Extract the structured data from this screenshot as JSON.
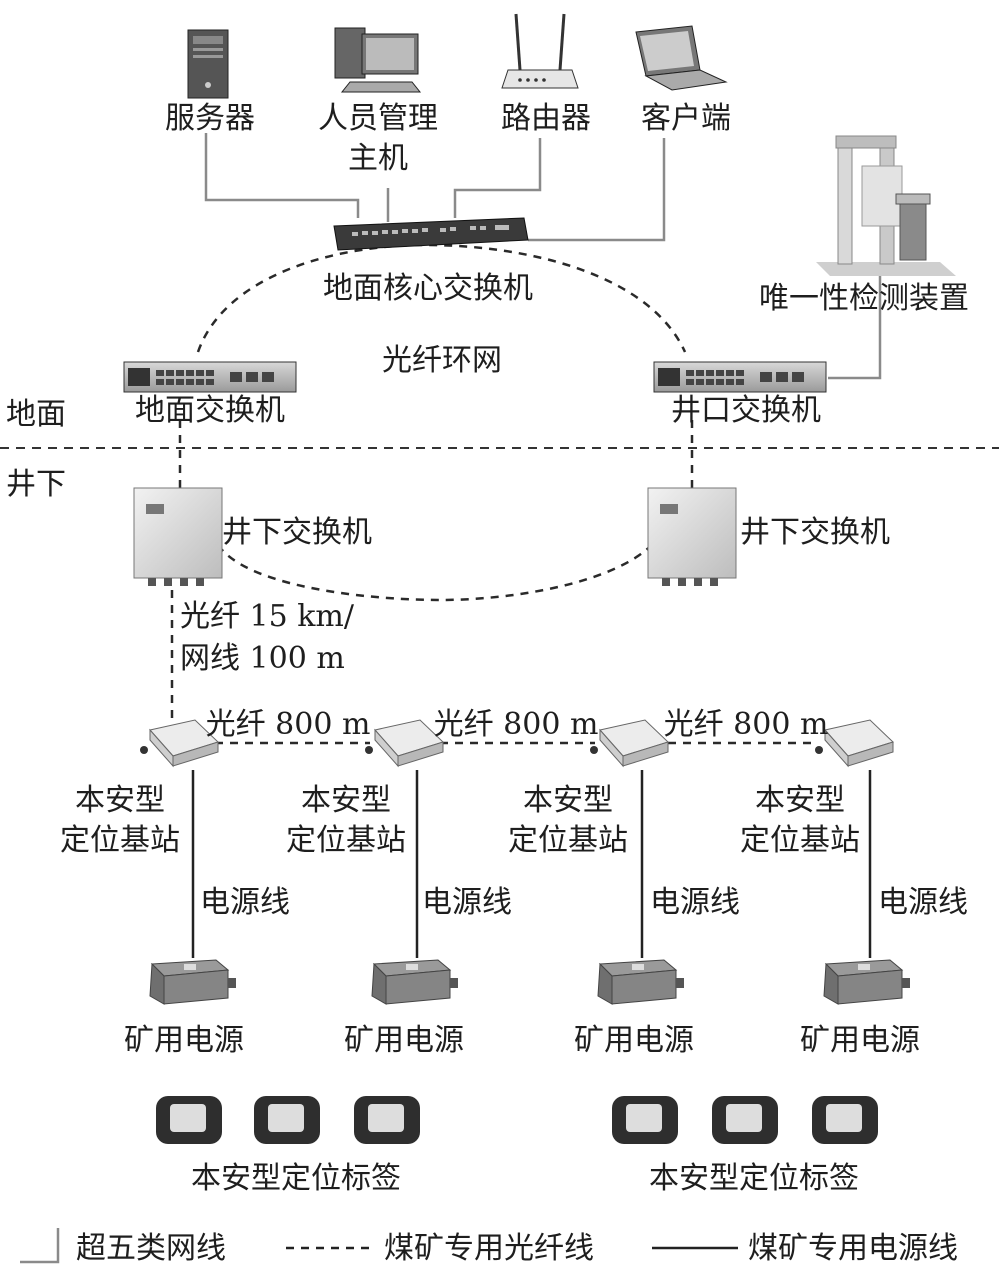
{
  "top_devices": {
    "server": "服务器",
    "personnel_host_line1": "人员管理",
    "personnel_host_line2": "主机",
    "router": "路由器",
    "client": "客户端"
  },
  "core_switch": "地面核心交换机",
  "uniqueness_detector": "唯一性检测装置",
  "fiber_ring": "光纤环网",
  "ground_switch": "地面交换机",
  "shaft_switch": "井口交换机",
  "zone_surface": "地面",
  "zone_underground": "井下",
  "underground_switch_left": "井下交换机",
  "underground_switch_right": "井下交换机",
  "link_note_line1": "光纤 15 km/",
  "link_note_line2": "网线 100 m",
  "fiber_spans": [
    "光纤 800 m",
    "光纤 800 m",
    "光纤 800 m"
  ],
  "base_stations": [
    {
      "line1": "本安型",
      "line2": "定位基站",
      "cable": "电源线",
      "power": "矿用电源"
    },
    {
      "line1": "本安型",
      "line2": "定位基站",
      "cable": "电源线",
      "power": "矿用电源"
    },
    {
      "line1": "本安型",
      "line2": "定位基站",
      "cable": "电源线",
      "power": "矿用电源"
    },
    {
      "line1": "本安型",
      "line2": "定位基站",
      "cable": "电源线",
      "power": "矿用电源"
    }
  ],
  "tags_left": "本安型定位标签",
  "tags_right": "本安型定位标签",
  "legend": {
    "cat5e": "超五类网线",
    "fiber": "煤矿专用光纤线",
    "power": "煤矿专用电源线"
  }
}
